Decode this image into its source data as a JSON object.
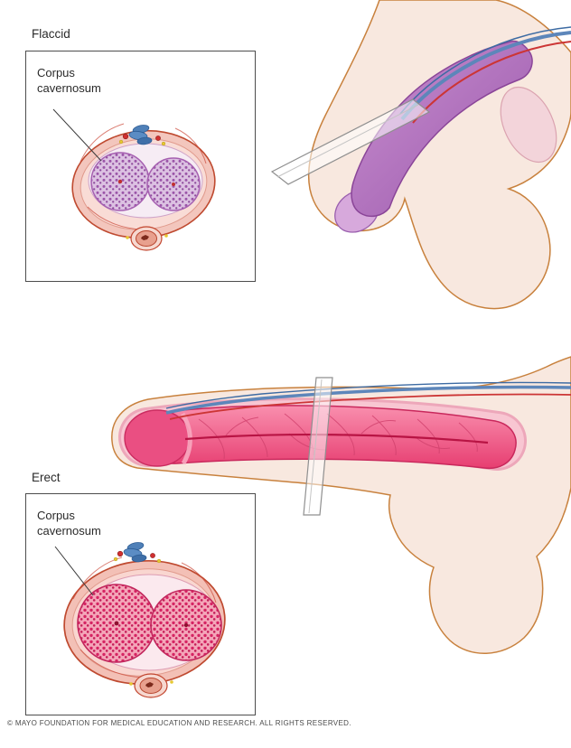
{
  "labels": {
    "flaccid": "Flaccid",
    "erect": "Erect"
  },
  "callouts": {
    "flaccid_corpus": "Corpus cavernosum",
    "erect_corpus": "Corpus cavernosum"
  },
  "footer": {
    "copyright": "© MAYO FOUNDATION FOR MEDICAL EDUCATION AND RESEARCH. ALL RIGHTS RESERVED."
  },
  "colors": {
    "skin": "#f8e8df",
    "skin_outline": "#c8813d",
    "flaccid_corpus_purple": "#a566b3",
    "erect_corpus_pink": "#ee5486",
    "vein_blue": "#5d86ba",
    "artery_red": "#cc3535",
    "nerve_yellow": "#e6c832",
    "plane_gray": "#8f8f8f"
  }
}
